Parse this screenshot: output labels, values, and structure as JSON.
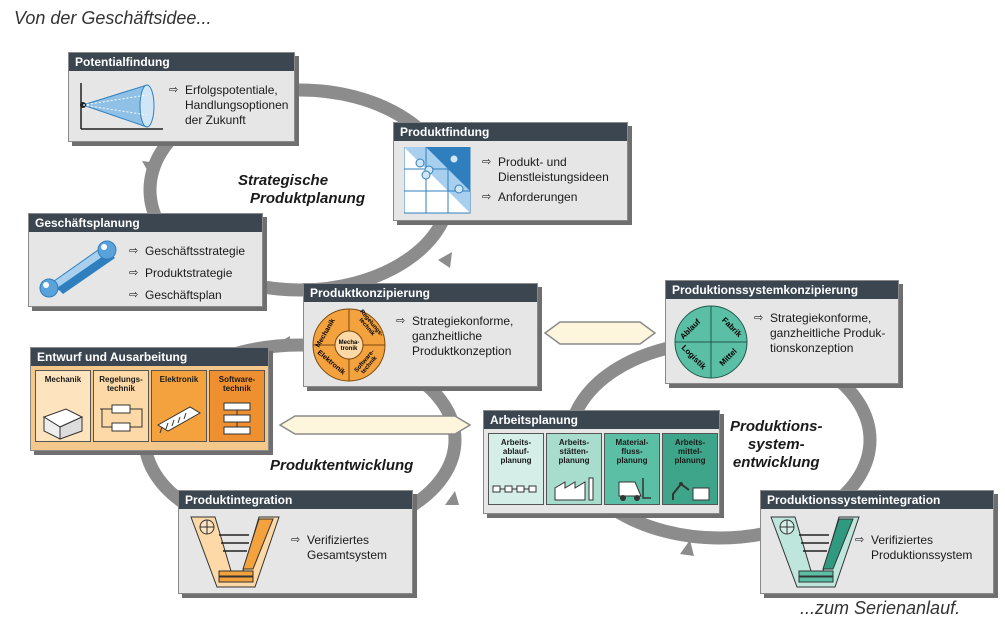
{
  "captions": {
    "start": "Von der Geschäftsidee...",
    "end": "...zum Serienanlauf."
  },
  "phases": {
    "strategic_line1": "Strategische",
    "strategic_line2": "Produktplanung",
    "dev": "Produktentwicklung",
    "prod_line1": "Produktions-",
    "prod_line2": "system-",
    "prod_line3": "entwicklung"
  },
  "boxes": {
    "potentialfindung": {
      "title": "Potentialfindung",
      "items": [
        "Erfolgspotentiale,\nHandlungsoptionen\nder Zukunft"
      ]
    },
    "produktfindung": {
      "title": "Produktfindung",
      "items": [
        "Produkt- und\nDienstleistungsideen",
        "Anforderungen"
      ]
    },
    "geschaeftsplanung": {
      "title": "Geschäftsplanung",
      "items": [
        "Geschäftsstrategie",
        "Produktstrategie",
        "Geschäftsplan"
      ]
    },
    "produktkonzipierung": {
      "title": "Produktkonzipierung",
      "items": [
        "Strategiekonforme,\nganzheitliche\nProduktkonzeption"
      ],
      "circle": {
        "center": "Mecha-\ntronik",
        "quadrants": [
          "Mechanik",
          "Regelungs-\ntechnik",
          "Elektronik",
          "Software-\ntechnik"
        ]
      }
    },
    "entwurf": {
      "title": "Entwurf und Ausarbeitung",
      "columns": [
        "Mechanik",
        "Regelungs-\ntechnik",
        "Elektronik",
        "Software-\ntechnik"
      ]
    },
    "produktintegration": {
      "title": "Produktintegration",
      "items": [
        "Verifiziertes\nGesamtsystem"
      ]
    },
    "psk": {
      "title": "Produktionssystemkonzipierung",
      "items": [
        "Strategiekonforme,\nganzheitliche Produk-\ntionskonzeption"
      ],
      "circle": {
        "quadrants": [
          "Ablauf",
          "Fabrik",
          "Logistik",
          "Mittel"
        ]
      }
    },
    "arbeitsplanung": {
      "title": "Arbeitsplanung",
      "columns": [
        "Arbeits-\nablauf-\nplanung",
        "Arbeits-\nstätten-\nplanung",
        "Material-\nfluss-\nplanung",
        "Arbeits-\nmittel-\nplanung"
      ]
    },
    "psi": {
      "title": "Produktionssystemintegration",
      "items": [
        "Verifiziertes\nProduktionssystem"
      ]
    }
  },
  "colors": {
    "header": "#3b4650",
    "box": "#e6e6e6",
    "cycle": "#8c8c8c",
    "orange": "#f3a23e",
    "orange_light": "#fcd9a6",
    "teal": "#5bbfa6",
    "teal_light": "#bfe6dc",
    "blue": "#2f7fbe",
    "blue_light": "#a8d0ee"
  }
}
